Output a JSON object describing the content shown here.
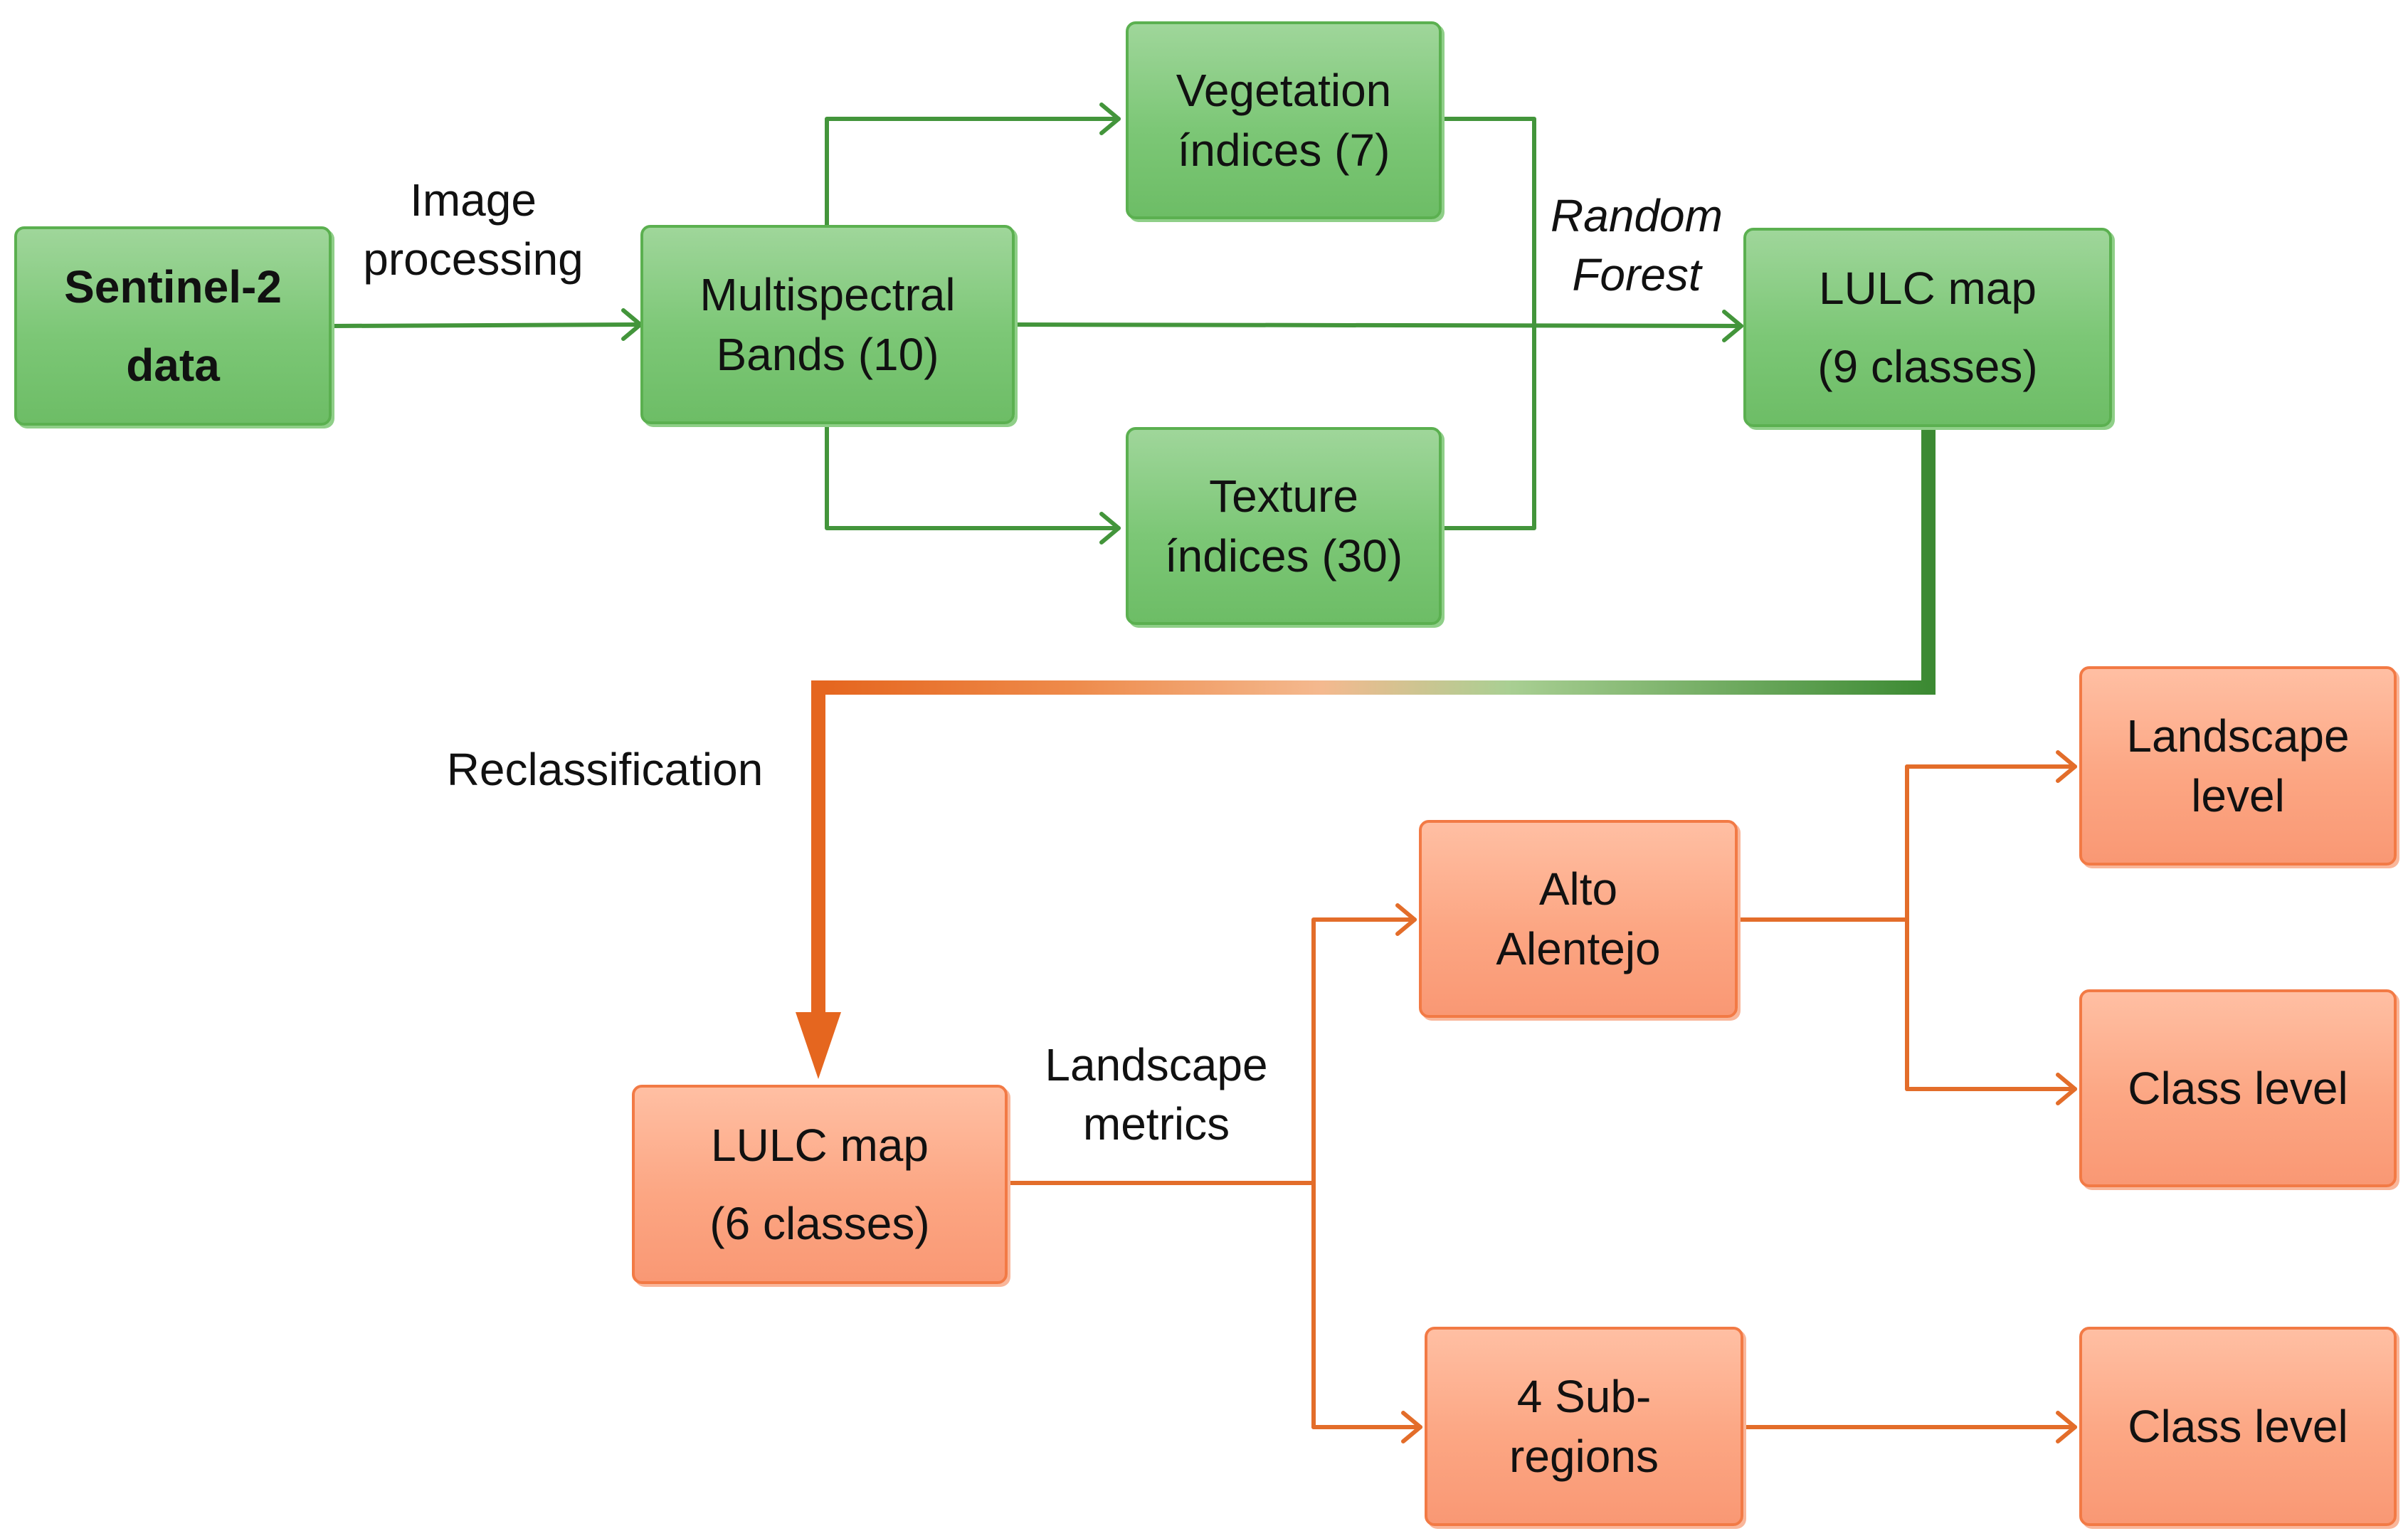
{
  "nodes": {
    "sentinel": {
      "line1": "Sentinel-2",
      "line2": "data"
    },
    "multispectral": {
      "line1": "Multispectral",
      "line2": "Bands (10)"
    },
    "vegetation": {
      "line1": "Vegetation",
      "line2": "índices (7)"
    },
    "texture": {
      "line1": "Texture",
      "line2": "índices (30)"
    },
    "lulc9": {
      "line1": "LULC map",
      "line2": "(9 classes)"
    },
    "lulc6": {
      "line1": "LULC map",
      "line2": "(6 classes)"
    },
    "alto": {
      "line1": "Alto",
      "line2": "Alentejo"
    },
    "subregions": {
      "line1": "4 Sub-",
      "line2": "regions"
    },
    "landscape_level": {
      "line1": "Landscape",
      "line2": "level"
    },
    "class_level_1": {
      "label": "Class level"
    },
    "class_level_2": {
      "label": "Class level"
    }
  },
  "edge_labels": {
    "image_processing": {
      "line1": "Image",
      "line2": "processing"
    },
    "random_forest": {
      "line1": "Random",
      "line2": "Forest"
    },
    "reclassification": "Reclassification",
    "landscape_metrics": {
      "line1": "Landscape",
      "line2": "metrics"
    }
  },
  "colors": {
    "green_stroke": "#43953b",
    "green_dark": "#3c8a33",
    "orange_stroke": "#e36d2a",
    "orange_thick": "#e5661f",
    "gradient_mid": "#f4b98f"
  }
}
